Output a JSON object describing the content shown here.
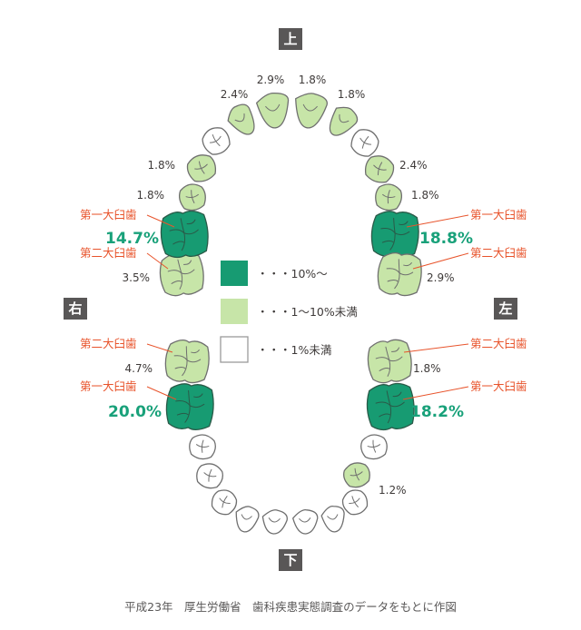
{
  "directions": {
    "top": "上",
    "bottom": "下",
    "right": "右",
    "left": "左"
  },
  "colors": {
    "high": "#179B72",
    "mid": "#C7E5A8",
    "low": "#FFFFFF",
    "outline": "#6f6f6f",
    "label": "#E8542C",
    "big_value": "#19A17A"
  },
  "legend": [
    {
      "swatch": "high",
      "text": "・・・10%〜"
    },
    {
      "swatch": "mid",
      "text": "・・・1〜10%未満"
    },
    {
      "swatch": "low",
      "text": "・・・1%未満"
    }
  ],
  "upper_teeth": [
    {
      "name": "upper-right-second-molar",
      "label": "第二大臼歯",
      "value": "3.5%",
      "shade": "mid"
    },
    {
      "name": "upper-right-first-molar",
      "label": "第一大臼歯",
      "value": "14.7%",
      "shade": "high"
    },
    {
      "name": "upper-right-second-premolar",
      "value": "1.8%",
      "shade": "mid"
    },
    {
      "name": "upper-right-first-premolar",
      "value": "1.8%",
      "shade": "mid"
    },
    {
      "name": "upper-right-canine",
      "value": "",
      "shade": "low"
    },
    {
      "name": "upper-right-lateral-incisor",
      "value": "2.4%",
      "shade": "mid"
    },
    {
      "name": "upper-right-central-incisor",
      "value": "2.9%",
      "shade": "mid"
    },
    {
      "name": "upper-left-central-incisor",
      "value": "1.8%",
      "shade": "mid"
    },
    {
      "name": "upper-left-lateral-incisor",
      "value": "1.8%",
      "shade": "mid"
    },
    {
      "name": "upper-left-canine",
      "value": "",
      "shade": "low"
    },
    {
      "name": "upper-left-first-premolar",
      "value": "2.4%",
      "shade": "mid"
    },
    {
      "name": "upper-left-second-premolar",
      "value": "1.8%",
      "shade": "mid"
    },
    {
      "name": "upper-left-first-molar",
      "label": "第一大臼歯",
      "value": "18.8%",
      "shade": "high"
    },
    {
      "name": "upper-left-second-molar",
      "label": "第二大臼歯",
      "value": "2.9%",
      "shade": "mid"
    }
  ],
  "lower_teeth": [
    {
      "name": "lower-right-second-molar",
      "label": "第二大臼歯",
      "value": "4.7%",
      "shade": "mid"
    },
    {
      "name": "lower-right-first-molar",
      "label": "第一大臼歯",
      "value": "20.0%",
      "shade": "high"
    },
    {
      "name": "lower-right-second-premolar",
      "value": "",
      "shade": "low"
    },
    {
      "name": "lower-right-first-premolar",
      "value": "",
      "shade": "low"
    },
    {
      "name": "lower-right-canine",
      "value": "",
      "shade": "low"
    },
    {
      "name": "lower-right-lateral-incisor",
      "value": "",
      "shade": "low"
    },
    {
      "name": "lower-right-central-incisor",
      "value": "",
      "shade": "low"
    },
    {
      "name": "lower-left-central-incisor",
      "value": "",
      "shade": "low"
    },
    {
      "name": "lower-left-lateral-incisor",
      "value": "",
      "shade": "low"
    },
    {
      "name": "lower-left-canine",
      "value": "",
      "shade": "low"
    },
    {
      "name": "lower-left-first-premolar",
      "value": "1.2%",
      "shade": "mid"
    },
    {
      "name": "lower-left-second-premolar",
      "value": "",
      "shade": "low"
    },
    {
      "name": "lower-left-first-molar",
      "label": "第一大臼歯",
      "value": "18.2%",
      "shade": "high"
    },
    {
      "name": "lower-left-second-molar",
      "label": "第二大臼歯",
      "value": "1.8%",
      "shade": "mid"
    }
  ],
  "footer": "平成23年　厚生労働省　歯科疾患実態調査のデータをもとに作図"
}
